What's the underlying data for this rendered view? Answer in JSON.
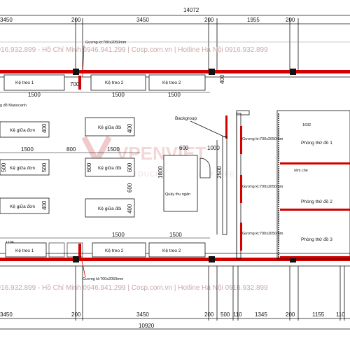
{
  "dimensions": {
    "top_total": "14072",
    "top": [
      "3450",
      "200",
      "3450",
      "200",
      "1955",
      "200"
    ],
    "bottom_total": "10920",
    "bottom": [
      "3450",
      "200",
      "3450",
      "200",
      "500",
      "110",
      "1345",
      "200",
      "1155",
      "110"
    ],
    "inner": [
      "1500",
      "700",
      "1500",
      "1500",
      "1500",
      "800",
      "1500",
      "600",
      "1000",
      "1500",
      "1500",
      "1106",
      "1632",
      "400",
      "400",
      "400",
      "500",
      "500",
      "600",
      "600",
      "400",
      "1800",
      "2500"
    ]
  },
  "labels": {
    "shelf_hanging": "Kệ treo 1",
    "shelf_hanging_2": "Kệ treo 2",
    "shelf_middle": "Kệ giữa đôi",
    "shelf_single": "Kệ giữa đơn",
    "mirror": "Gương kt:700x2050mm",
    "backgroup": "Backgroup",
    "cashier": "Quầy thu ngân",
    "fitting_1": "Phòng thử đồ 1",
    "fitting_2": "Phòng thử đồ 2",
    "fitting_3": "Phòng thử đồ 3",
    "curtain": "rèm che",
    "manocanh": "g đỗ Manocanh"
  },
  "watermark": {
    "line": "0916.932.899 - Hồ Chí Minh 0946.941.299 | Cosp.com.vn | Hotline Hà Nội 0916.932.899",
    "logo": "VPENVIET",
    "slogan": "TOUCH THE BEAUTY LIFE"
  },
  "colors": {
    "wall": "#d40000",
    "line": "#111111",
    "watermark": "#c9a9a9"
  }
}
